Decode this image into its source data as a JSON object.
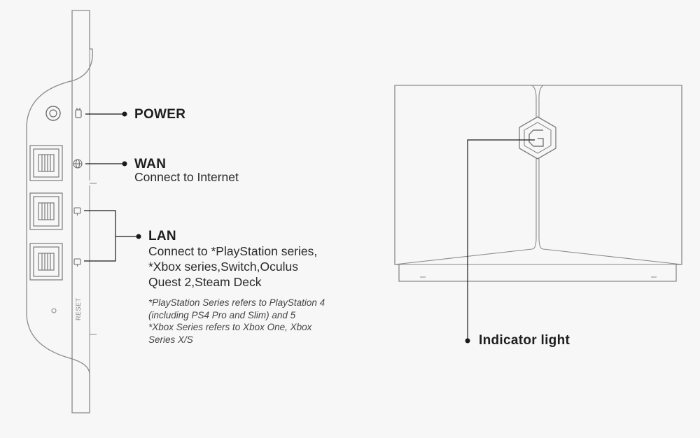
{
  "labels": {
    "power": "POWER",
    "wan": "WAN",
    "wan_desc": "Connect to Internet",
    "lan": "LAN",
    "lan_desc": [
      "Connect to *PlayStation series,",
      "*Xbox series,Switch,Oculus",
      "Quest 2,Steam Deck"
    ],
    "notes": [
      "*PlayStation Series refers to PlayStation 4",
      "(including PS4 Pro and Slim) and 5",
      "*Xbox Series refers to Xbox One, Xbox",
      "Series X/S"
    ],
    "indicator": "Indicator light",
    "reset": "RESET"
  },
  "colors": {
    "line": "#1a1a1a",
    "outline": "#8a8a8a",
    "background": "#f7f7f7"
  },
  "icons": [
    "power-button-icon",
    "power-port-icon",
    "globe-icon",
    "lan-icon",
    "hexagon-logo-icon"
  ]
}
